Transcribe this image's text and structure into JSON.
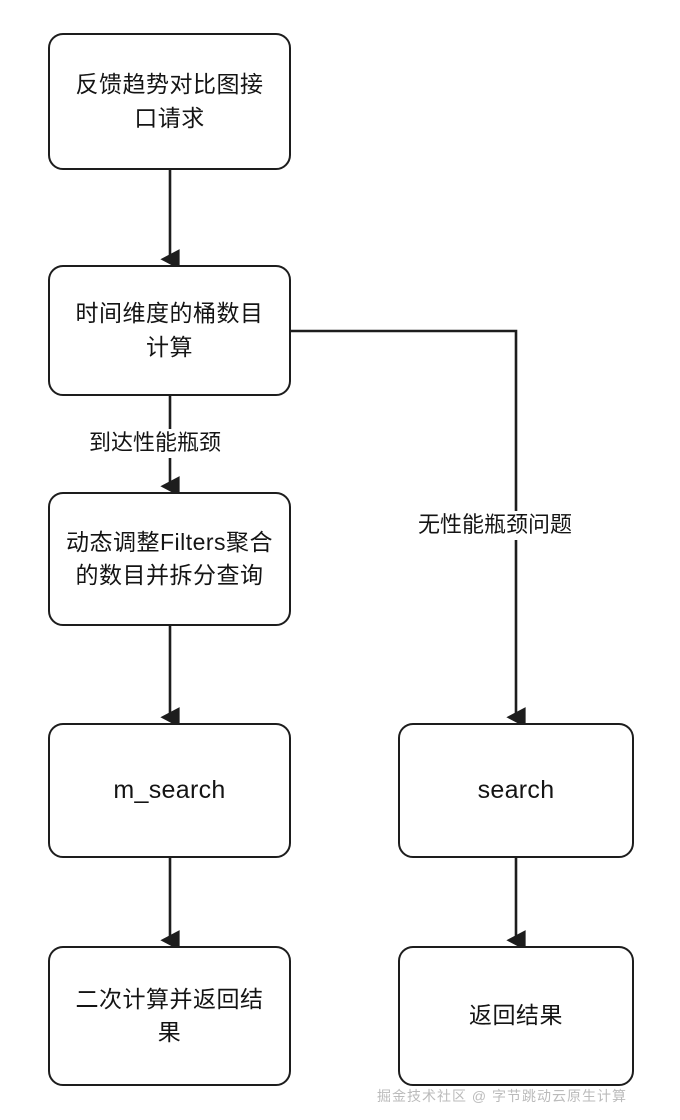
{
  "diagram": {
    "type": "flowchart",
    "direction": "top-to-bottom",
    "background_color": "#ffffff",
    "node_stroke_color": "#1d1d1d",
    "text_color": "#141414",
    "nodes": [
      {
        "id": "request",
        "label": "反馈趋势对比图接口请求"
      },
      {
        "id": "bucket",
        "label": "时间维度的桶数目计算"
      },
      {
        "id": "dynamic",
        "label": "动态调整Filters聚合的数目并拆分查询"
      },
      {
        "id": "msearch",
        "label": "m_search"
      },
      {
        "id": "recalc",
        "label": "二次计算并返回结果"
      },
      {
        "id": "search",
        "label": "search"
      },
      {
        "id": "return",
        "label": "返回结果"
      }
    ],
    "edges": [
      {
        "from": "request",
        "to": "bucket",
        "label": ""
      },
      {
        "from": "bucket",
        "to": "dynamic",
        "label": "到达性能瓶颈"
      },
      {
        "from": "bucket",
        "to": "search",
        "label": "无性能瓶颈问题"
      },
      {
        "from": "dynamic",
        "to": "msearch",
        "label": ""
      },
      {
        "from": "msearch",
        "to": "recalc",
        "label": ""
      },
      {
        "from": "search",
        "to": "return",
        "label": ""
      }
    ]
  },
  "watermark": {
    "text": "掘金技术社区 @ 字节跳动云原生计算"
  }
}
